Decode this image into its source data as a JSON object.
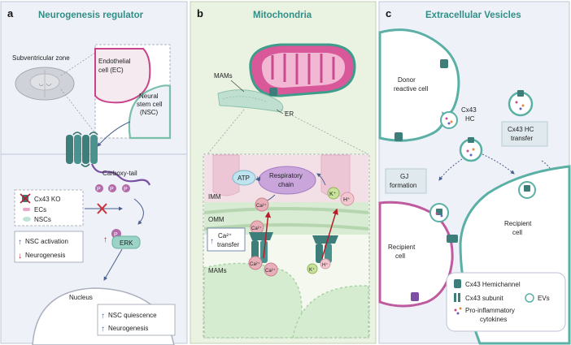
{
  "panel_a": {
    "letter": "a",
    "title": "Neurogenesis regulator",
    "svz_label": "Subventricular zone",
    "ec_label_1": "Endothelial",
    "ec_label_2": "cell (EC)",
    "nsc_label_1": "Neural",
    "nsc_label_2": "stem cell",
    "nsc_label_3": "(NSC)",
    "ctail_label": "Carboxy-tail",
    "p_label": "P",
    "legend_ko": "Cx43 KO",
    "legend_ecs": "ECs",
    "legend_nscs": "NSCs",
    "up_label": "NSC activation",
    "down_label": "Neurogenesis",
    "erk_label": "ERK",
    "nucleus_label": "Nucleus",
    "quiescence_label": "NSC quiescence",
    "neuro_up_label": "Neurogenesis"
  },
  "panel_b": {
    "letter": "b",
    "title": "Mitochondria",
    "mams_top": "MAMs",
    "er_label": "ER",
    "atp_label": "ATP",
    "resp_label_1": "Respiratory",
    "resp_label_2": "chain",
    "imm_label": "IMM",
    "omm_label": "OMM",
    "mams_bottom": "MAMs",
    "k_label": "K⁺",
    "h_label": "H⁺",
    "ca_label": "Ca²⁺",
    "transfer_1": "Ca²⁺",
    "transfer_2": "transfer"
  },
  "panel_c": {
    "letter": "c",
    "title": "Extracellular Vesicles",
    "donor_1": "Donor",
    "donor_2": "reactive cell",
    "hc_1": "Cx43",
    "hc_2": "HC",
    "hc_transfer_1": "Cx43 HC",
    "hc_transfer_2": "transfer",
    "gj_1": "GJ",
    "gj_2": "formation",
    "recipient_left_1": "Recipient",
    "recipient_left_2": "cell",
    "recipient_right_1": "Recipient",
    "recipient_right_2": "cell",
    "legend_hemichannel": "Cx43 Hemichannel",
    "legend_subunit": "Cx43 subunit",
    "legend_evs": "EVs",
    "legend_cytokines_1": "Pro-inflammatory",
    "legend_cytokines_2": "cytokines"
  },
  "colors": {
    "teal": "#3d8a86",
    "pink": "#d98cb5",
    "purple": "#8a63b8",
    "panel_a_bg": "#eef1f8",
    "panel_b_bg": "#eaf2e2",
    "panel_c_bg": "#eef1f8"
  }
}
